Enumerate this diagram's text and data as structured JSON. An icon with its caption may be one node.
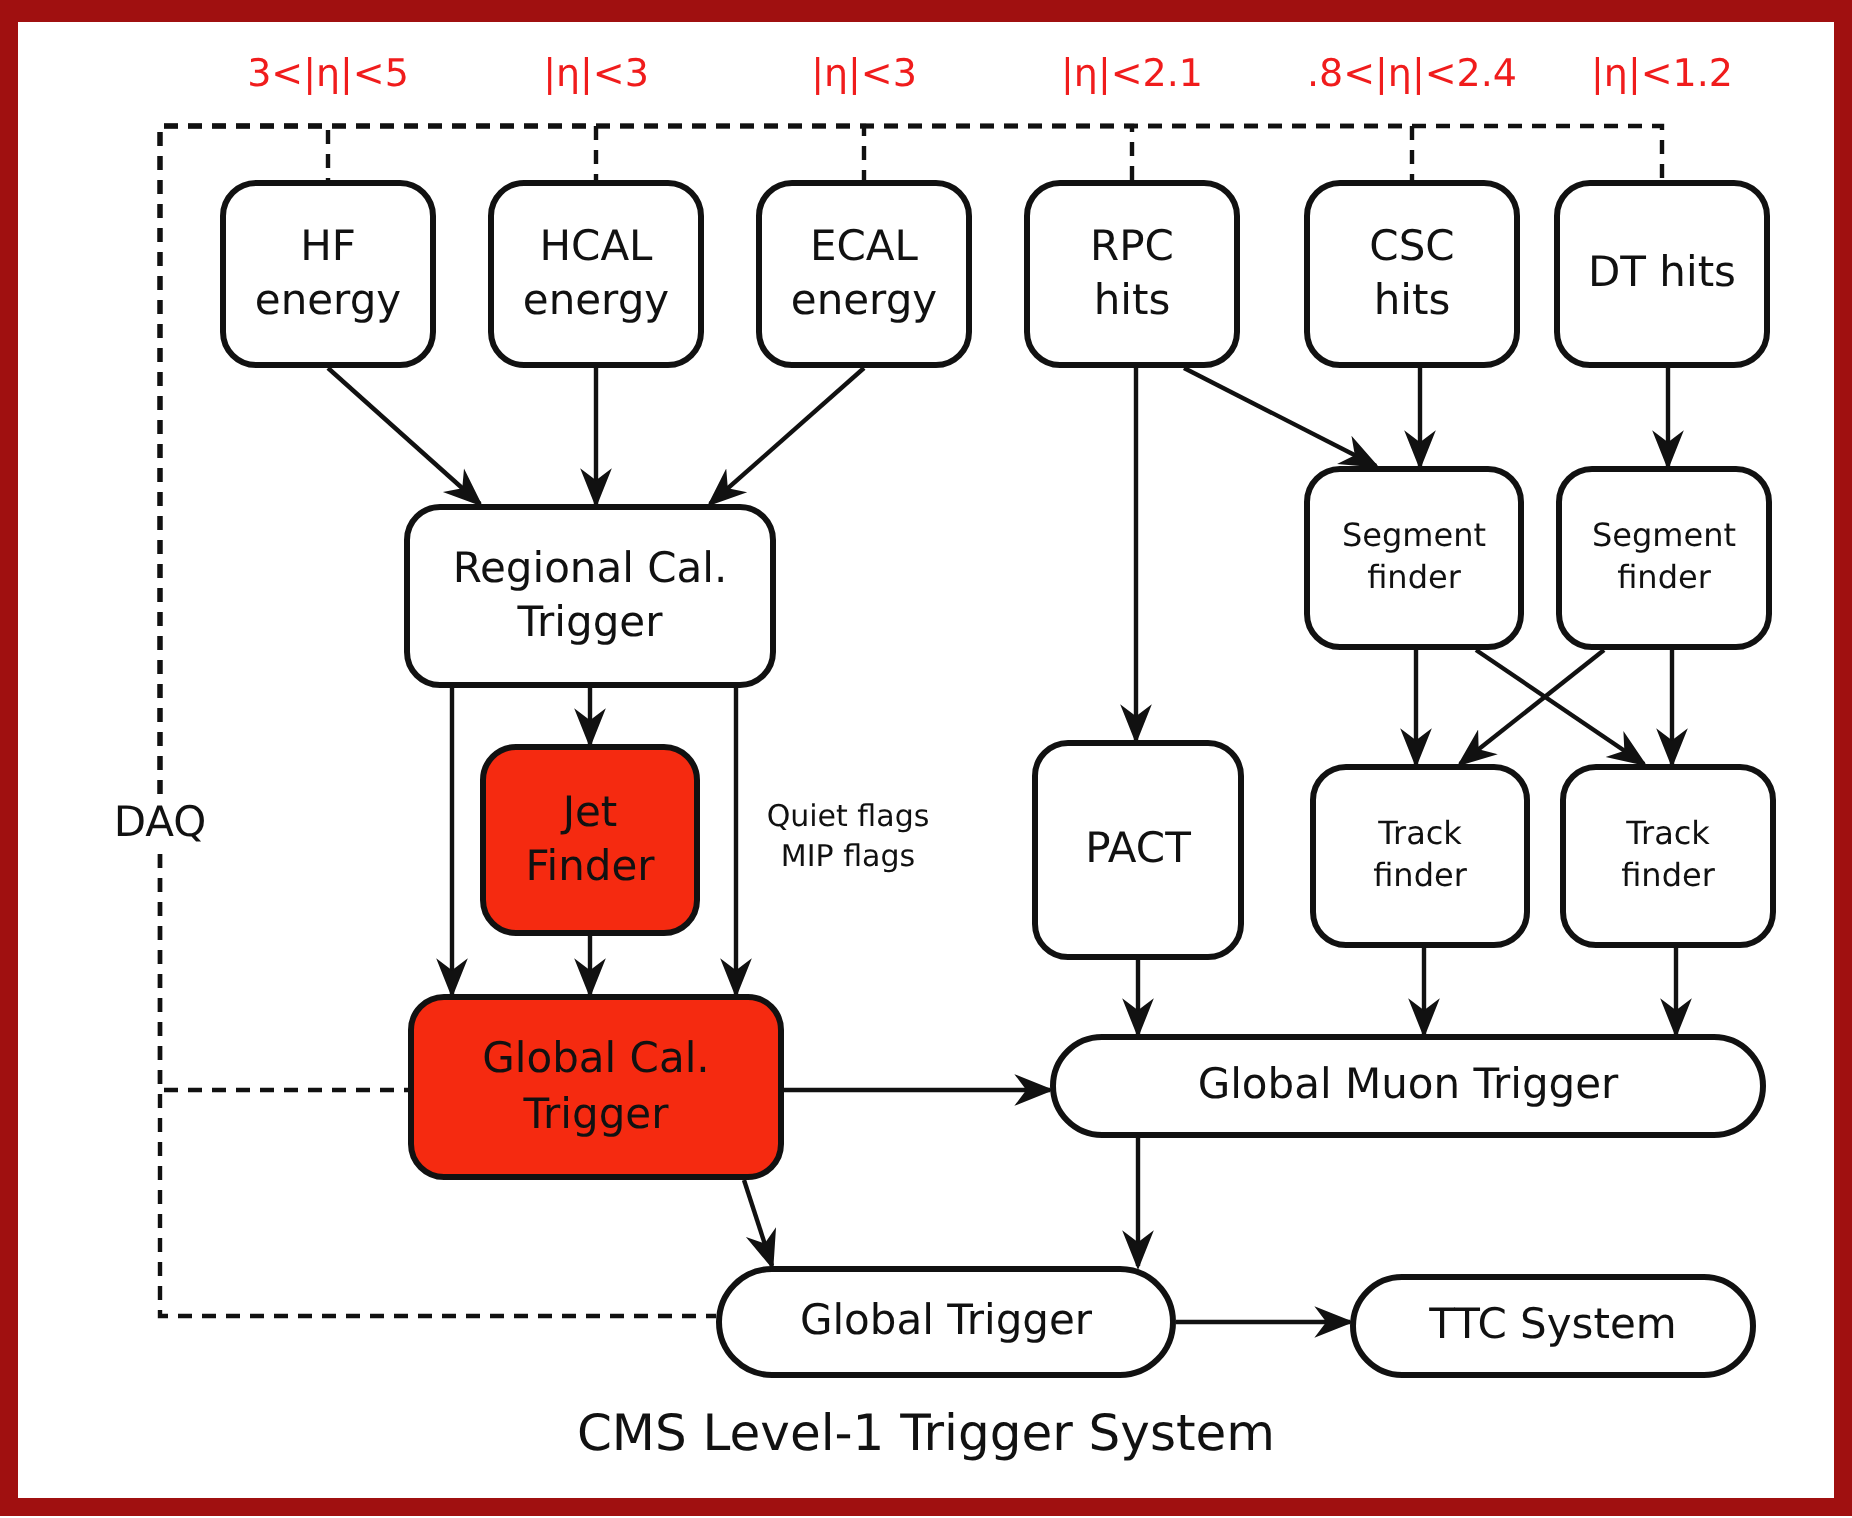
{
  "diagram": {
    "title": "CMS Level-1 Trigger System",
    "nodes": [
      {
        "text": [
          "HF energy"
        ],
        "beside": [
          "3<|η|<5"
        ]
      },
      {
        "text": [
          "HCAL energy"
        ],
        "beside": [
          "|η|<3"
        ]
      },
      {
        "text": [
          "ECAL energy"
        ],
        "beside": [
          "|η|<3"
        ]
      },
      {
        "text": [
          "RPC hits"
        ],
        "beside": [
          "|η|<2.1"
        ]
      },
      {
        "text": [
          "CSC hits"
        ],
        "beside": [
          ".8<|η|<2.4"
        ]
      },
      {
        "text": [
          "DT hits"
        ],
        "beside": [
          "|η|<1.2"
        ]
      },
      {
        "text": [
          "Regional Cal. Trigger"
        ]
      },
      {
        "text": [
          "Segment finder"
        ]
      },
      {
        "text": [
          "Segment finder"
        ]
      },
      {
        "text": [
          "Jet Finder"
        ]
      },
      {
        "text": [
          "PACT"
        ]
      },
      {
        "text": [
          "Track finder"
        ]
      },
      {
        "text": [
          "Track finder"
        ]
      },
      {
        "text": [
          "Global Cal. Trigger"
        ]
      },
      {
        "text": [
          "Global Muon Trigger"
        ]
      },
      {
        "text": [
          "Global Trigger"
        ]
      },
      {
        "text": [
          "TTC System"
        ]
      },
      {
        "text": [
          "DAQ"
        ]
      }
    ],
    "edges": [
      {
        "from": 0,
        "to": 6,
        "arrow": "to"
      },
      {
        "from": 1,
        "to": 6,
        "arrow": "to"
      },
      {
        "from": 2,
        "to": 6,
        "arrow": "to"
      },
      {
        "from": 3,
        "to": 7,
        "arrow": "to"
      },
      {
        "from": 3,
        "to": 10,
        "arrow": "to"
      },
      {
        "from": 4,
        "to": 7,
        "arrow": "to"
      },
      {
        "from": 5,
        "to": 8,
        "arrow": "to"
      },
      {
        "from": 6,
        "to": 13,
        "arrow": "to"
      },
      {
        "from": 6,
        "to": 9,
        "arrow": "to"
      },
      {
        "from": 9,
        "to": 13,
        "arrow": "to"
      },
      {
        "from": 6,
        "to": 13,
        "arrow": "to",
        "label": "Quiet flags MIP flags"
      },
      {
        "from": 7,
        "to": 11,
        "arrow": "to"
      },
      {
        "from": 7,
        "to": 12,
        "arrow": "to"
      },
      {
        "from": 8,
        "to": 11,
        "arrow": "to"
      },
      {
        "from": 8,
        "to": 12,
        "arrow": "to"
      },
      {
        "from": 10,
        "to": 14,
        "arrow": "to"
      },
      {
        "from": 11,
        "to": 14,
        "arrow": "to"
      },
      {
        "from": 12,
        "to": 14,
        "arrow": "to"
      },
      {
        "from": 13,
        "to": 14,
        "arrow": "to"
      },
      {
        "from": 13,
        "to": 15,
        "arrow": "to"
      },
      {
        "from": 14,
        "to": 15,
        "arrow": "to"
      },
      {
        "from": 15,
        "to": 16,
        "arrow": "to"
      },
      {
        "from": 0,
        "to": 17,
        "arrow": "none",
        "style": "dashed"
      },
      {
        "from": 1,
        "to": 17,
        "arrow": "none",
        "style": "dashed"
      },
      {
        "from": 2,
        "to": 17,
        "arrow": "none",
        "style": "dashed"
      },
      {
        "from": 3,
        "to": 17,
        "arrow": "none",
        "style": "dashed"
      },
      {
        "from": 4,
        "to": 17,
        "arrow": "none",
        "style": "dashed"
      },
      {
        "from": 5,
        "to": 17,
        "arrow": "none",
        "style": "dashed"
      },
      {
        "from": 13,
        "to": 17,
        "arrow": "none",
        "style": "dashed"
      },
      {
        "from": 15,
        "to": 17,
        "arrow": "none",
        "style": "dashed"
      }
    ]
  }
}
